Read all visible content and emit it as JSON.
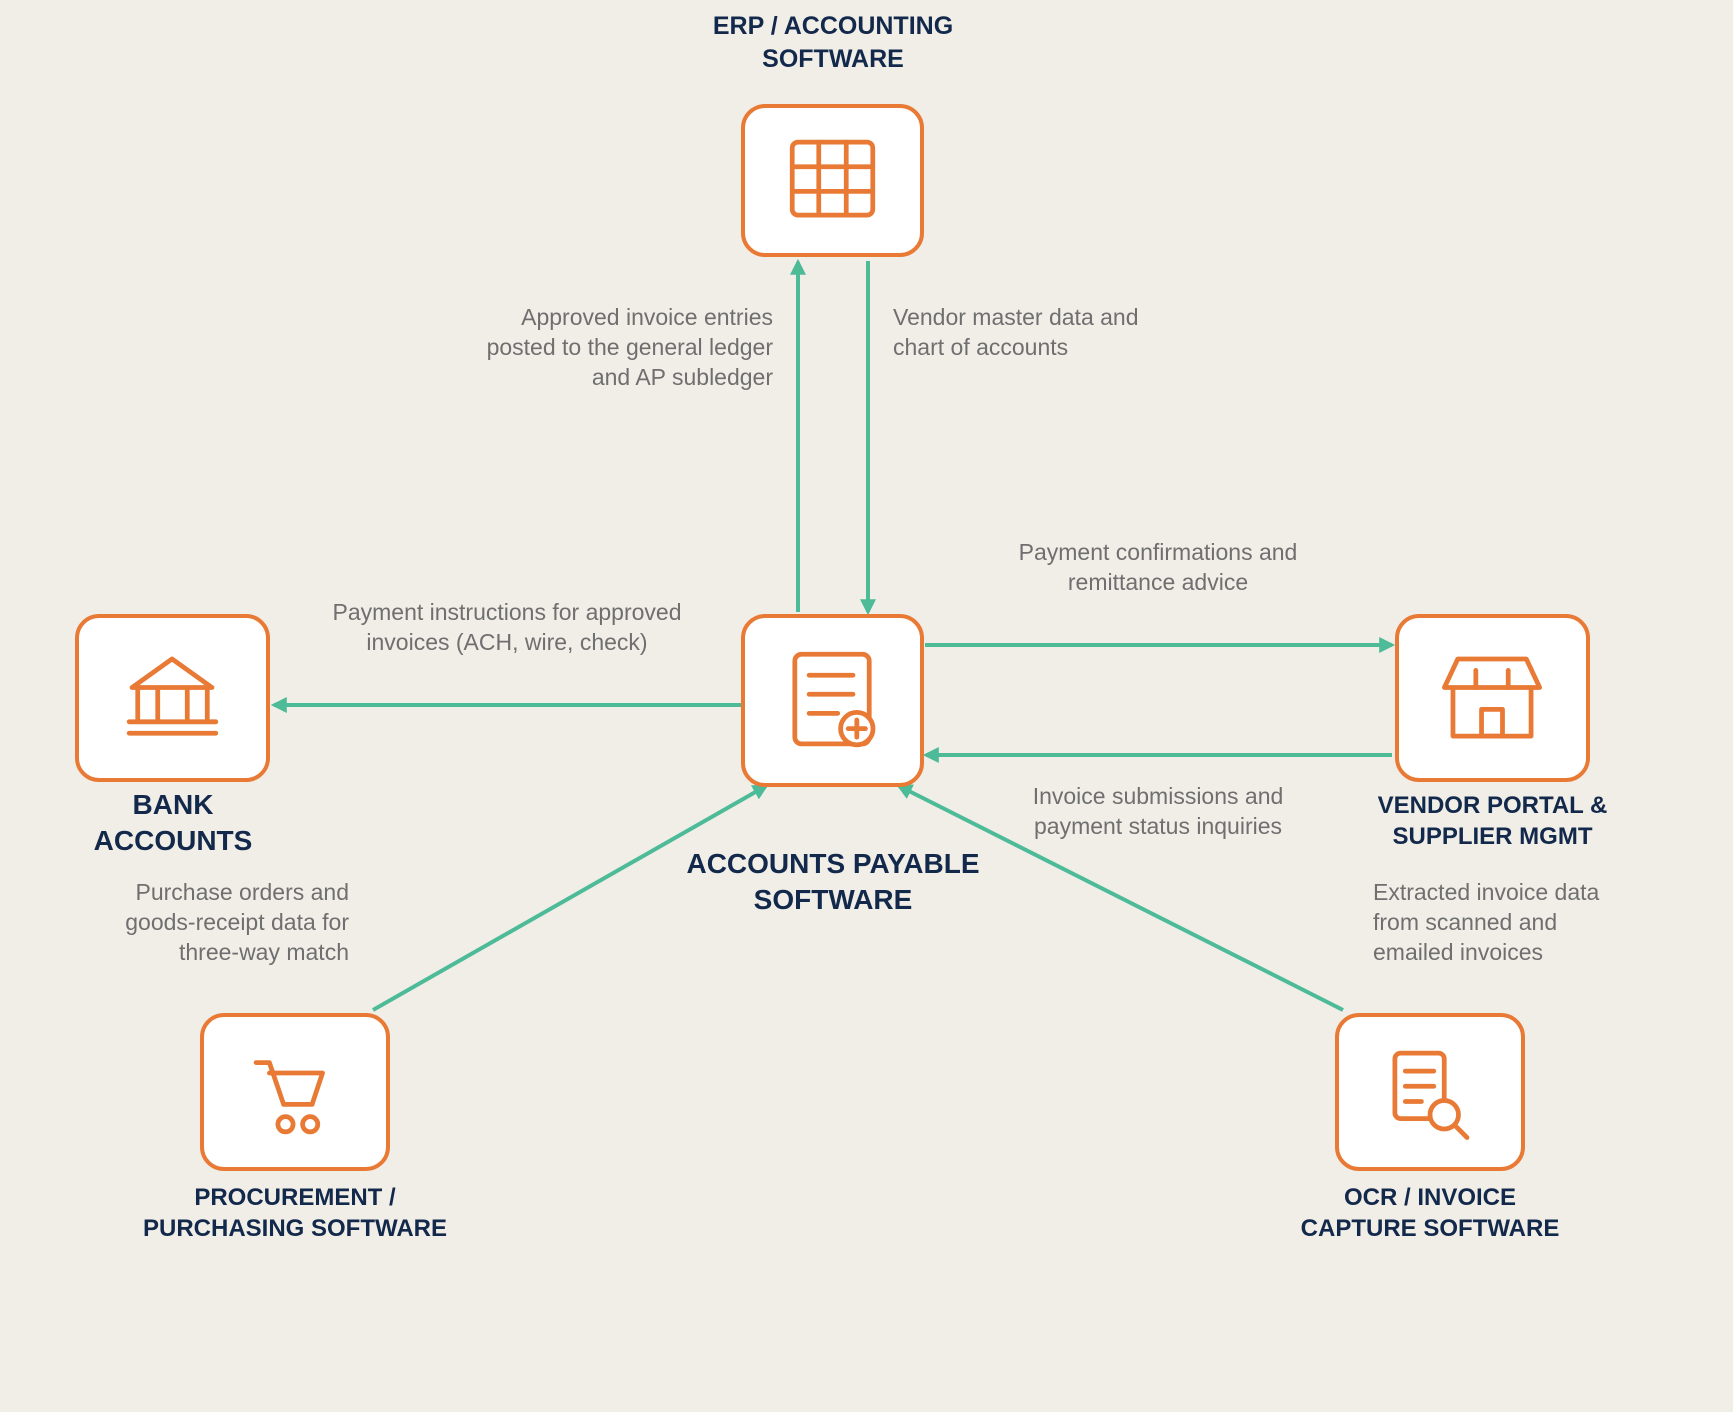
{
  "colors": {
    "background": "#f1eee8",
    "box_border": "#e87a35",
    "icon": "#e87a35",
    "connector": "#4dbb98",
    "title_text": "#13294b",
    "label_text": "#6f6f6f"
  },
  "nodes": {
    "erp": {
      "title": [
        "ERP / ACCOUNTING",
        "SOFTWARE"
      ],
      "icon": "grid-icon"
    },
    "ap": {
      "title": [
        "ACCOUNTS PAYABLE",
        "SOFTWARE"
      ],
      "icon": "document-add-icon"
    },
    "bank": {
      "title": [
        "BANK",
        "ACCOUNTS"
      ],
      "icon": "bank-icon"
    },
    "vendor": {
      "title": [
        "VENDOR PORTAL &",
        "SUPPLIER MGMT"
      ],
      "icon": "storefront-icon"
    },
    "procurement": {
      "title": [
        "PROCUREMENT /",
        "PURCHASING SOFTWARE"
      ],
      "icon": "shopping-cart-icon"
    },
    "ocr": {
      "title": [
        "OCR / INVOICE",
        "CAPTURE SOFTWARE"
      ],
      "icon": "document-search-icon"
    }
  },
  "flows": {
    "ap_to_erp": [
      "Approved invoice entries",
      "posted to the general ledger",
      "and AP subledger"
    ],
    "erp_to_ap": [
      "Vendor master data and",
      "chart of accounts"
    ],
    "ap_to_vendor": [
      "Payment confirmations and",
      "remittance advice"
    ],
    "vendor_to_ap": [
      "Invoice submissions and",
      "payment status inquiries"
    ],
    "ap_to_bank": [
      "Payment instructions for approved",
      "invoices (ACH, wire, check)"
    ],
    "procurement_to_ap": [
      "Purchase orders and",
      "goods-receipt data for",
      "three-way match"
    ],
    "ocr_to_ap": [
      "Extracted invoice data",
      "from scanned and",
      "emailed invoices"
    ]
  }
}
